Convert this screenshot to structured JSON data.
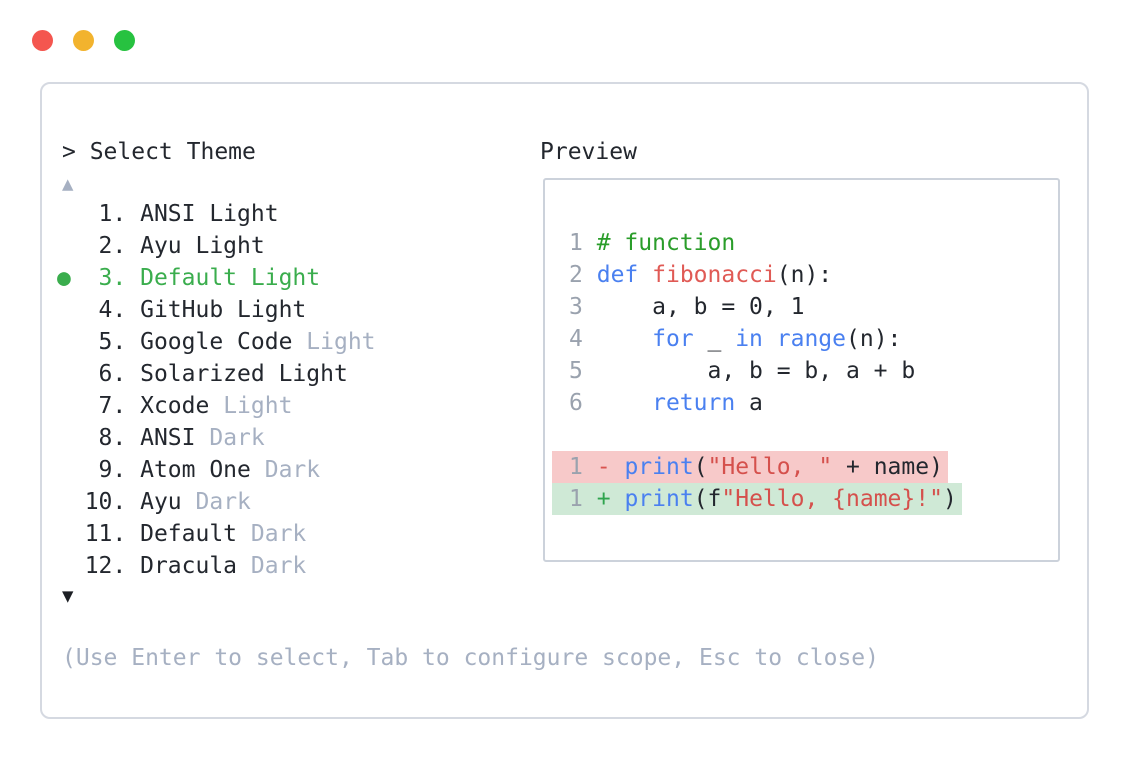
{
  "window": {
    "traffic_lights": [
      {
        "name": "close",
        "color": "#f4564f"
      },
      {
        "name": "minimize",
        "color": "#f2b32e"
      },
      {
        "name": "zoom",
        "color": "#27c240"
      }
    ]
  },
  "picker": {
    "prompt": "> Select Theme",
    "scroll_up_indicator": "▲",
    "scroll_down_indicator": "▼",
    "bullet": "●",
    "items": [
      {
        "number": " 1",
        "name": "ANSI Light",
        "suffix": "",
        "selected": false
      },
      {
        "number": " 2",
        "name": "Ayu Light",
        "suffix": "",
        "selected": false
      },
      {
        "number": " 3",
        "name": "Default Light",
        "suffix": "",
        "selected": true
      },
      {
        "number": " 4",
        "name": "GitHub Light",
        "suffix": "",
        "selected": false
      },
      {
        "number": " 5",
        "name": "Google Code",
        "suffix": "Light",
        "selected": false
      },
      {
        "number": " 6",
        "name": "Solarized Light",
        "suffix": "",
        "selected": false
      },
      {
        "number": " 7",
        "name": "Xcode",
        "suffix": "Light",
        "selected": false
      },
      {
        "number": " 8",
        "name": "ANSI",
        "suffix": "Dark",
        "selected": false
      },
      {
        "number": " 9",
        "name": "Atom One",
        "suffix": "Dark",
        "selected": false
      },
      {
        "number": "10",
        "name": "Ayu",
        "suffix": "Dark",
        "selected": false
      },
      {
        "number": "11",
        "name": "Default",
        "suffix": "Dark",
        "selected": false
      },
      {
        "number": "12",
        "name": "Dracula",
        "suffix": "Dark",
        "selected": false
      }
    ],
    "hint": "(Use Enter to select, Tab to configure scope, Esc to close)"
  },
  "preview": {
    "label": "Preview",
    "lines": [
      {
        "num": "1",
        "bg": "",
        "tokens": [
          {
            "t": "# function",
            "c": "comment"
          }
        ]
      },
      {
        "num": "2",
        "bg": "",
        "tokens": [
          {
            "t": "def",
            "c": "kw"
          },
          {
            "t": " ",
            "c": "plain"
          },
          {
            "t": "fibonacci",
            "c": "fn"
          },
          {
            "t": "(n):",
            "c": "plain"
          }
        ]
      },
      {
        "num": "3",
        "bg": "",
        "tokens": [
          {
            "t": "    a, b = 0, 1",
            "c": "plain"
          }
        ]
      },
      {
        "num": "4",
        "bg": "",
        "tokens": [
          {
            "t": "    ",
            "c": "plain"
          },
          {
            "t": "for",
            "c": "kw"
          },
          {
            "t": " _ ",
            "c": "plain"
          },
          {
            "t": "in",
            "c": "kw"
          },
          {
            "t": " ",
            "c": "plain"
          },
          {
            "t": "range",
            "c": "kw"
          },
          {
            "t": "(n):",
            "c": "plain"
          }
        ]
      },
      {
        "num": "5",
        "bg": "",
        "tokens": [
          {
            "t": "        a, b = b, a + b",
            "c": "plain"
          }
        ]
      },
      {
        "num": "6",
        "bg": "",
        "tokens": [
          {
            "t": "    ",
            "c": "plain"
          },
          {
            "t": "return",
            "c": "kw"
          },
          {
            "t": " a",
            "c": "plain"
          }
        ]
      },
      {
        "num": "",
        "bg": "",
        "tokens": []
      },
      {
        "num": "1",
        "bg": "del",
        "tokens": [
          {
            "t": "-",
            "c": "del"
          },
          {
            "t": " ",
            "c": "plain"
          },
          {
            "t": "print",
            "c": "kw"
          },
          {
            "t": "(",
            "c": "plain"
          },
          {
            "t": "\"Hello, \"",
            "c": "str"
          },
          {
            "t": " + name)",
            "c": "plain"
          }
        ]
      },
      {
        "num": "1",
        "bg": "add",
        "tokens": [
          {
            "t": "+",
            "c": "add"
          },
          {
            "t": " ",
            "c": "plain"
          },
          {
            "t": "print",
            "c": "kw"
          },
          {
            "t": "(f",
            "c": "plain"
          },
          {
            "t": "\"Hello, {name}!\"",
            "c": "str"
          },
          {
            "t": ")",
            "c": "plain"
          }
        ]
      }
    ]
  },
  "colors": {
    "text": "#23272e",
    "dim": "#a6b0c2",
    "lnum": "#9aa2ae",
    "sel": "#3aad4d",
    "comment": "#2a9d2a",
    "kw": "#4a80f0",
    "fn": "#e05a55",
    "str": "#d5504c",
    "del": "#d9534f",
    "add": "#2fa44e",
    "delbg": "#f7c9c9",
    "addbg": "#cfe9d6",
    "panelborder": "#d5d9e1",
    "boxborder": "#ccd2db"
  }
}
